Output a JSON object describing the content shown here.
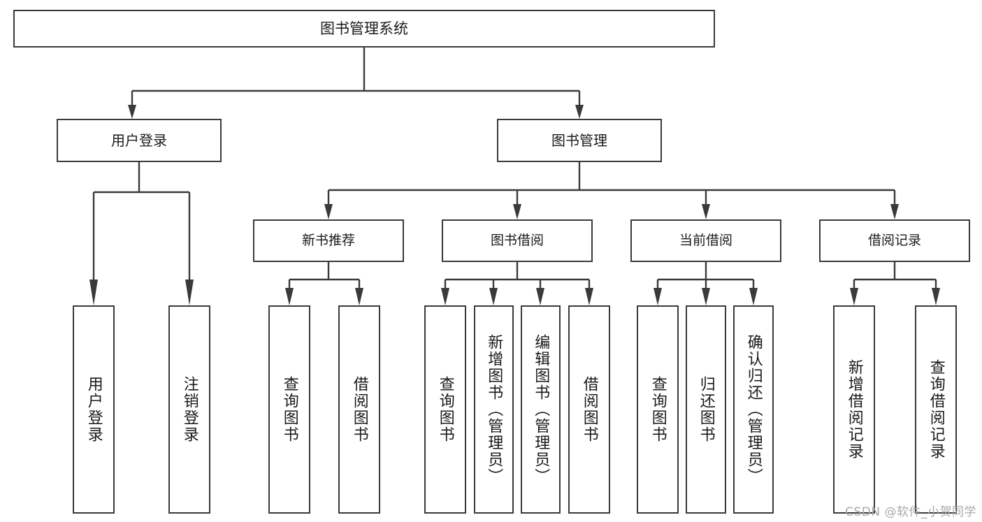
{
  "diagram": {
    "title": "图书管理系统",
    "type": "tree-hierarchy-diagram",
    "colors": {
      "box_border": "#3a3a3a",
      "box_fill": "#ffffff",
      "connector": "#3a3a3a",
      "background": "#ffffff",
      "watermark": "#a8a8a8"
    }
  },
  "nodes": {
    "root": {
      "label": "图书管理系统"
    },
    "level2": [
      {
        "id": "user-login",
        "label": "用户登录"
      },
      {
        "id": "book-management",
        "label": "图书管理"
      }
    ],
    "level3": [
      {
        "id": "new-book-recommend",
        "label": "新书推荐"
      },
      {
        "id": "book-borrow",
        "label": "图书借阅"
      },
      {
        "id": "current-borrow",
        "label": "当前借阅"
      },
      {
        "id": "borrow-record",
        "label": "借阅记录"
      }
    ],
    "leaves": {
      "user-login": [
        {
          "id": "leaf-user-login",
          "label": "用户登录"
        },
        {
          "id": "leaf-logout-login",
          "label": "注销登录"
        }
      ],
      "new-book-recommend": [
        {
          "id": "leaf-query-book-1",
          "label": "查询图书"
        },
        {
          "id": "leaf-borrow-book-1",
          "label": "借阅图书"
        }
      ],
      "book-borrow": [
        {
          "id": "leaf-query-book-2",
          "label": "查询图书"
        },
        {
          "id": "leaf-add-book",
          "label": "新增图书（管理员）"
        },
        {
          "id": "leaf-edit-book",
          "label": "编辑图书（管理员）"
        },
        {
          "id": "leaf-borrow-book-2",
          "label": "借阅图书"
        }
      ],
      "current-borrow": [
        {
          "id": "leaf-query-book-3",
          "label": "查询图书"
        },
        {
          "id": "leaf-return-book",
          "label": "归还图书"
        },
        {
          "id": "leaf-confirm-return",
          "label": "确认归还（管理员）"
        }
      ],
      "borrow-record": [
        {
          "id": "leaf-add-record",
          "label": "新增借阅记录"
        },
        {
          "id": "leaf-query-record",
          "label": "查询借阅记录"
        }
      ]
    }
  },
  "watermark": {
    "text": "CSDN @软件_小贺同学"
  }
}
